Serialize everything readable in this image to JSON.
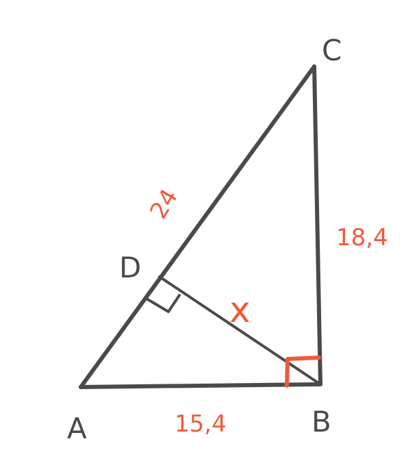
{
  "labels": {
    "vertex_a": "A",
    "vertex_b": "B",
    "vertex_c": "C",
    "vertex_d": "D"
  },
  "measures": {
    "ac_segment": "24",
    "bc": "18,4",
    "ab": "15,4",
    "bd_unknown": "x"
  },
  "colors": {
    "lines": "#4a4a4a",
    "accent": "#ee5a3c"
  }
}
